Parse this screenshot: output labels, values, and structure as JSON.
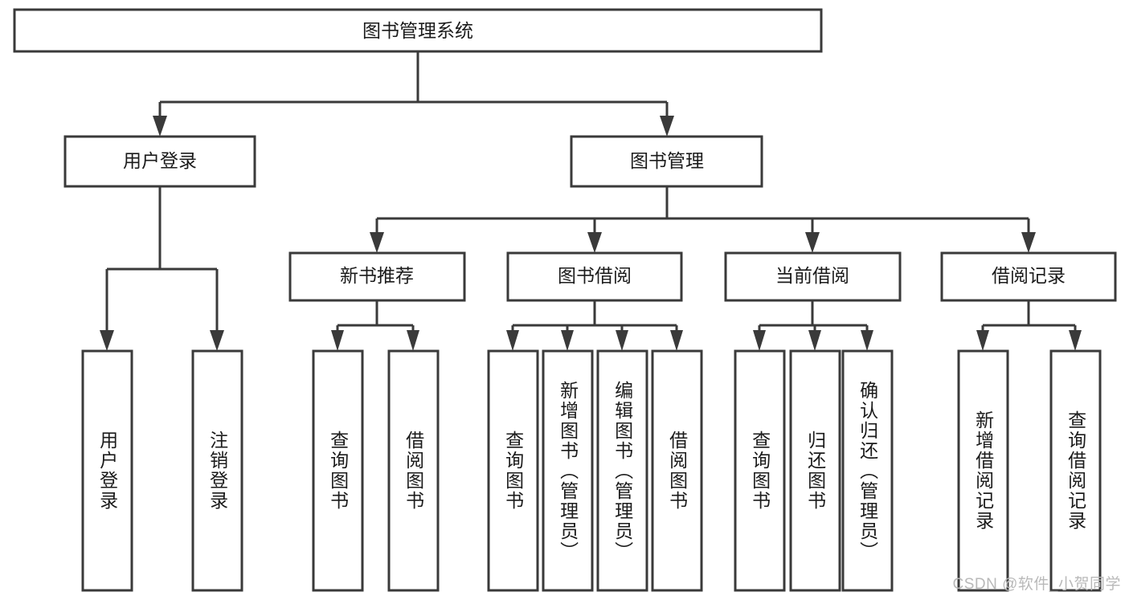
{
  "diagram": {
    "title": "图书管理系统",
    "type": "tree",
    "watermark": "CSDN @软件_小贺同学",
    "colors": {
      "box_stroke": "#3a3a3a",
      "box_fill": "#ffffff",
      "text": "#1b1b1b",
      "connector": "#3a3a3a",
      "watermark": "#b9b9b9",
      "background": "#ffffff"
    },
    "root": {
      "label": "图书管理系统"
    },
    "level2": [
      {
        "label": "用户登录"
      },
      {
        "label": "图书管理"
      }
    ],
    "level3": [
      {
        "label": "新书推荐"
      },
      {
        "label": "图书借阅"
      },
      {
        "label": "当前借阅"
      },
      {
        "label": "借阅记录"
      }
    ],
    "leaves": {
      "user_login": [
        {
          "label": "用户登录"
        },
        {
          "label": "注销登录"
        }
      ],
      "new_book_recommend": [
        {
          "label": "查询图书"
        },
        {
          "label": "借阅图书"
        }
      ],
      "book_borrow": [
        {
          "label": "查询图书"
        },
        {
          "label": "新增图书（管理员）"
        },
        {
          "label": "编辑图书（管理员）"
        },
        {
          "label": "借阅图书"
        }
      ],
      "current_borrow": [
        {
          "label": "查询图书"
        },
        {
          "label": "归还图书"
        },
        {
          "label": "确认归还（管理员）"
        }
      ],
      "borrow_record": [
        {
          "label": "新增借阅记录"
        },
        {
          "label": "查询借阅记录"
        }
      ]
    }
  }
}
